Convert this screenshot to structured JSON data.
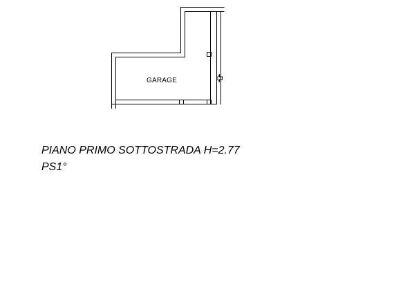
{
  "plan": {
    "rooms": [
      {
        "label": "GARAGE"
      }
    ],
    "wall_color": "#000000"
  },
  "caption": {
    "floor_title": "PIANO PRIMO SOTTOSTRADA H=2.77",
    "floor_code": "PS1°"
  }
}
